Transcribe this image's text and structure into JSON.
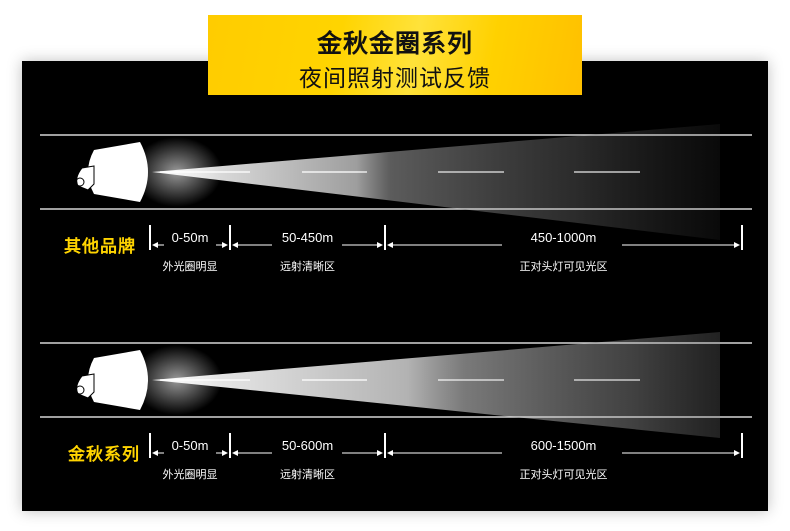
{
  "banner": {
    "title": "金秋金圈系列",
    "subtitle": "夜间照射测试反馈"
  },
  "rows": [
    {
      "brand": "其他品牌",
      "segments": [
        {
          "distance": "0-50m",
          "caption": "外光圈明显"
        },
        {
          "distance": "50-450m",
          "caption": "远射清晰区"
        },
        {
          "distance": "450-1000m",
          "caption": "正对头灯可见光区"
        }
      ]
    },
    {
      "brand": "金秋系列",
      "segments": [
        {
          "distance": "0-50m",
          "caption": "外光圈明显"
        },
        {
          "distance": "50-600m",
          "caption": "远射清晰区"
        },
        {
          "distance": "600-1500m",
          "caption": "正对头灯可见光区"
        }
      ]
    }
  ],
  "colors": {
    "accent": "#ffd400",
    "background": "#000000",
    "beam": "#ffffff"
  },
  "icons": [
    "headlight-icon",
    "arrow-marker-icon"
  ]
}
